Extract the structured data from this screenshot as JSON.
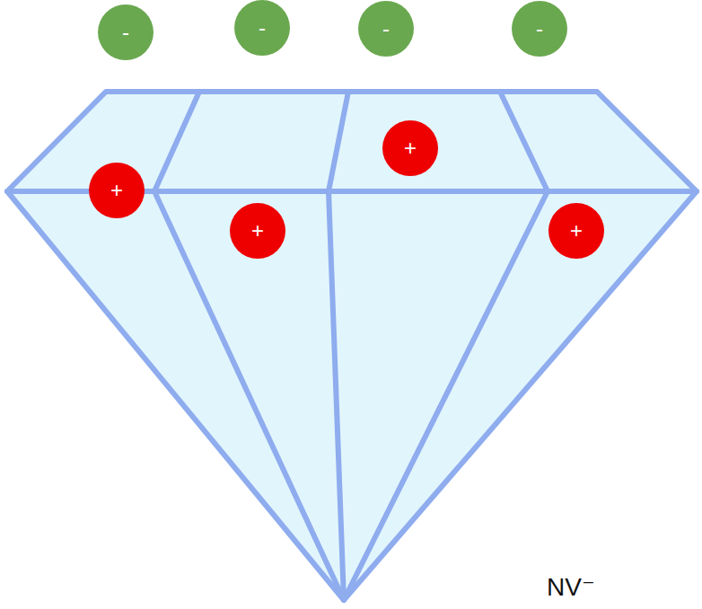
{
  "diagram": {
    "nodes": [
      {
        "text": [
          "-"
        ]
      },
      {
        "text": [
          "-"
        ]
      },
      {
        "text": [
          "-"
        ]
      },
      {
        "text": [
          "-"
        ]
      },
      {
        "text": [
          "+"
        ]
      },
      {
        "text": [
          "+"
        ]
      },
      {
        "text": [
          "+"
        ]
      },
      {
        "text": [
          "+"
        ]
      }
    ],
    "labels": [
      "NV⁻"
    ]
  }
}
